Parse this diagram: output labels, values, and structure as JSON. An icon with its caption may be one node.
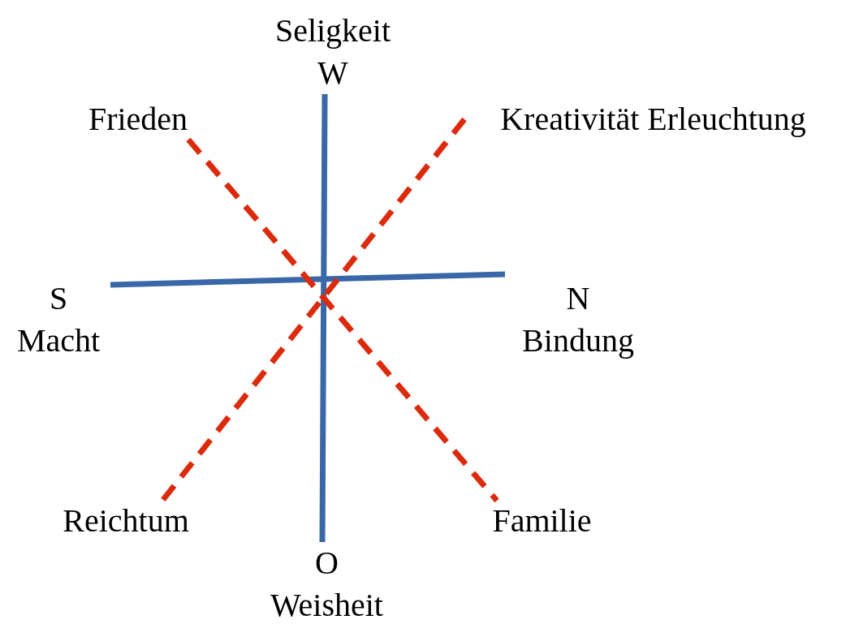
{
  "diagram": {
    "nodes": [
      {
        "text": [
          "Seligkeit",
          "W"
        ]
      },
      {
        "text": [
          "Frieden"
        ]
      },
      {
        "text": [
          "Kreativität Erleuchtung"
        ]
      },
      {
        "text": [
          "S",
          "Macht"
        ]
      },
      {
        "text": [
          "N",
          "Bindung"
        ]
      },
      {
        "text": [
          "Reichtum"
        ]
      },
      {
        "text": [
          "Familie"
        ]
      },
      {
        "text": [
          "O",
          "Weisheit"
        ]
      }
    ],
    "edges": [
      {
        "from": 0,
        "to": 7,
        "arrow": "none",
        "color": "#3a67a8"
      },
      {
        "from": 3,
        "to": 4,
        "arrow": "none",
        "color": "#3a67a8"
      },
      {
        "from": 1,
        "to": 6,
        "arrow": "none",
        "style": "dashed",
        "color": "#dc2a0c"
      },
      {
        "from": 2,
        "to": 5,
        "arrow": "none",
        "style": "dashed",
        "color": "#dc2a0c"
      }
    ]
  }
}
